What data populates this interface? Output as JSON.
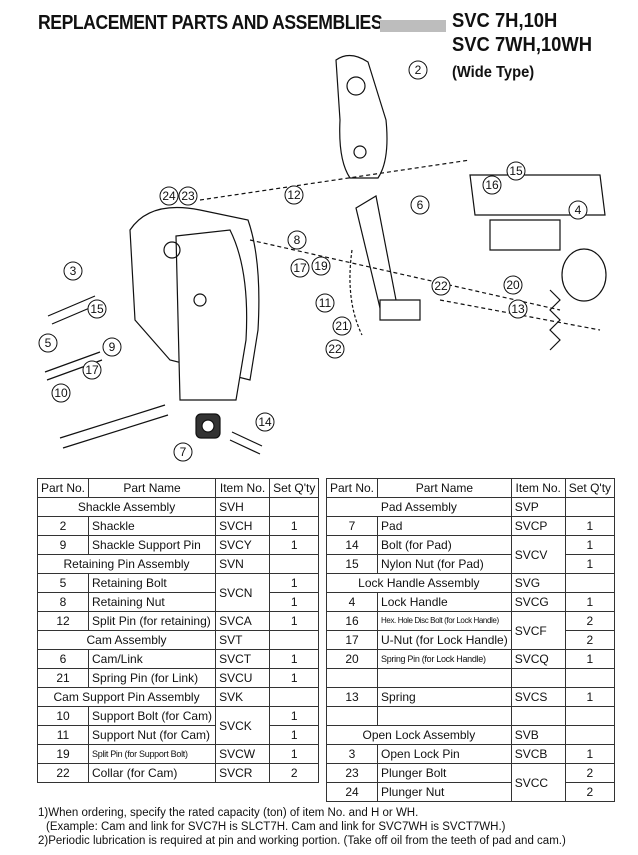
{
  "header": {
    "title": "REPLACEMENT PARTS AND ASSEMBLIES",
    "models_line1": "SVC 7H,10H",
    "models_line2": "SVC 7WH,10WH",
    "models_line3": "(Wide Type)"
  },
  "callouts": [
    "2",
    "24",
    "23",
    "12",
    "8",
    "6",
    "16",
    "15",
    "4",
    "3",
    "15",
    "17",
    "19",
    "11",
    "22",
    "9",
    "21",
    "22",
    "5",
    "20",
    "13",
    "17",
    "10",
    "14",
    "7"
  ],
  "table_headers": {
    "part_no": "Part No.",
    "part_name": "Part Name",
    "item_no": "Item No.",
    "set_qty": "Set Q'ty"
  },
  "left_table": {
    "g1": {
      "name": "Shackle Assembly",
      "item": "SVH"
    },
    "r1": {
      "no": "2",
      "name": "Shackle",
      "item": "SVCH",
      "qty": "1"
    },
    "r2": {
      "no": "9",
      "name": "Shackle Support Pin",
      "item": "SVCY",
      "qty": "1"
    },
    "g2": {
      "name": "Retaining Pin Assembly",
      "item": "SVN"
    },
    "r3": {
      "no": "5",
      "name": "Retaining Bolt",
      "item": "SVCN",
      "qty": "1"
    },
    "r4": {
      "no": "8",
      "name": "Retaining Nut",
      "qty": "1"
    },
    "r5": {
      "no": "12",
      "name": "Split Pin (for retaining)",
      "item": "SVCA",
      "qty": "1"
    },
    "g3": {
      "name": "Cam Assembly",
      "item": "SVT"
    },
    "r6": {
      "no": "6",
      "name": "Cam/Link",
      "item": "SVCT",
      "qty": "1"
    },
    "r7": {
      "no": "21",
      "name": "Spring Pin (for Link)",
      "item": "SVCU",
      "qty": "1"
    },
    "g4": {
      "name": "Cam Support Pin Assembly",
      "item": "SVK"
    },
    "r8": {
      "no": "10",
      "name": "Support Bolt (for Cam)",
      "item": "SVCK",
      "qty": "1"
    },
    "r9": {
      "no": "11",
      "name": "Support Nut (for Cam)",
      "qty": "1"
    },
    "r10": {
      "no": "19",
      "name": "Split Pin (for Support Bolt)",
      "item": "SVCW",
      "qty": "1"
    },
    "r11": {
      "no": "22",
      "name": "Collar (for Cam)",
      "item": "SVCR",
      "qty": "2"
    }
  },
  "right_table": {
    "g1": {
      "name": "Pad Assembly",
      "item": "SVP"
    },
    "r1": {
      "no": "7",
      "name": "Pad",
      "item": "SVCP",
      "qty": "1"
    },
    "r2": {
      "no": "14",
      "name": "Bolt (for Pad)",
      "item": "SVCV",
      "qty": "1"
    },
    "r3": {
      "no": "15",
      "name": "Nylon Nut (for Pad)",
      "qty": "1"
    },
    "g2": {
      "name": "Lock Handle Assembly",
      "item": "SVG"
    },
    "r4": {
      "no": "4",
      "name": "Lock Handle",
      "item": "SVCG",
      "qty": "1"
    },
    "r5": {
      "no": "16",
      "name": "Hex. Hole Disc Bolt (for Lock Handle)",
      "item": "SVCF",
      "qty": "2"
    },
    "r6": {
      "no": "17",
      "name": "U-Nut (for Lock Handle)",
      "qty": "2"
    },
    "r7": {
      "no": "20",
      "name": "Spring Pin (for Lock Handle)",
      "item": "SVCQ",
      "qty": "1"
    },
    "r9": {
      "no": "13",
      "name": "Spring",
      "item": "SVCS",
      "qty": "1"
    },
    "g3": {
      "name": "Open Lock Assembly",
      "item": "SVB"
    },
    "r10": {
      "no": "3",
      "name": "Open Lock Pin",
      "item": "SVCB",
      "qty": "1"
    },
    "r11": {
      "no": "23",
      "name": "Plunger Bolt",
      "item": "SVCC",
      "qty": "2"
    },
    "r12": {
      "no": "24",
      "name": "Plunger Nut",
      "qty": "2"
    }
  },
  "notes": {
    "n1": "1)When ordering, specify the rated capacity (ton) of item No. and H or WH.",
    "n2": "(Example: Cam and link for SVC7H is SLCT7H. Cam and link for SVC7WH is SVCT7WH.)",
    "n3": "2)Periodic lubrication is required at pin and working portion. (Take off oil from the teeth of pad and cam.)"
  }
}
